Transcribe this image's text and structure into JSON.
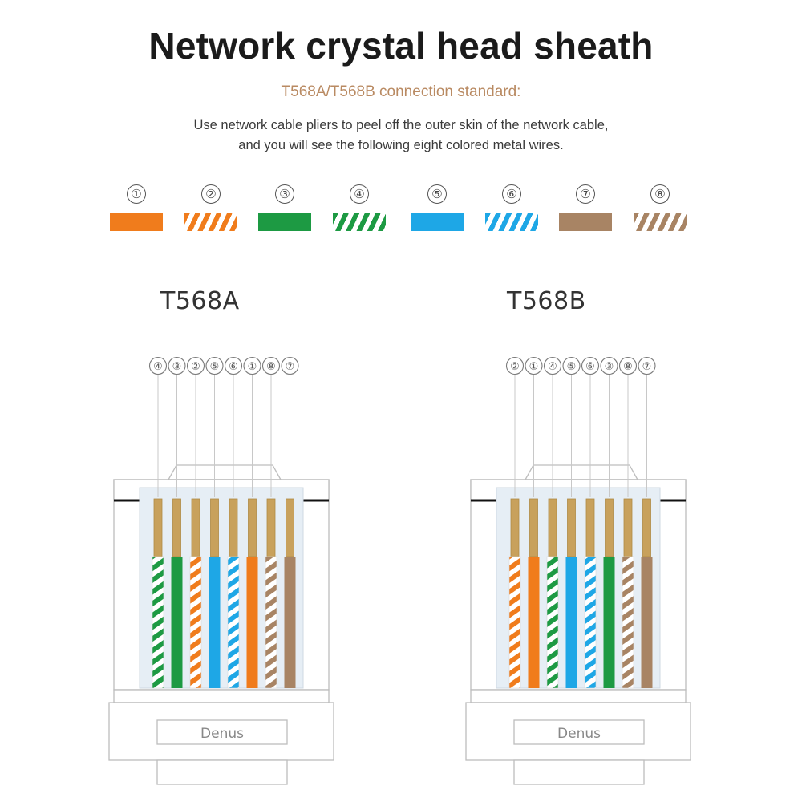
{
  "title": "Network crystal head sheath",
  "subtitle": "T568A/T568B connection standard:",
  "description": [
    "Use network cable pliers to peel off the outer skin of the network cable,",
    "and you will see the following eight colored metal wires."
  ],
  "colors": {
    "orange": "#f07c1c",
    "green": "#1d9a43",
    "blue": "#1ea7e6",
    "brown": "#a88464",
    "copper": "#c8a15c"
  },
  "wires": [
    {
      "num": "①",
      "color": "orange",
      "striped": false
    },
    {
      "num": "②",
      "color": "orange",
      "striped": true
    },
    {
      "num": "③",
      "color": "green",
      "striped": false
    },
    {
      "num": "④",
      "color": "green",
      "striped": true
    },
    {
      "num": "⑤",
      "color": "blue",
      "striped": false
    },
    {
      "num": "⑥",
      "color": "blue",
      "striped": true
    },
    {
      "num": "⑦",
      "color": "brown",
      "striped": false
    },
    {
      "num": "⑧",
      "color": "brown",
      "striped": true
    }
  ],
  "standards": [
    {
      "label": "T568A",
      "brand": "Denus",
      "pin_order": [
        "④",
        "③",
        "②",
        "⑤",
        "⑥",
        "①",
        "⑧",
        "⑦"
      ]
    },
    {
      "label": "T568B",
      "brand": "Denus",
      "pin_order": [
        "②",
        "①",
        "④",
        "⑤",
        "⑥",
        "③",
        "⑧",
        "⑦"
      ]
    }
  ]
}
